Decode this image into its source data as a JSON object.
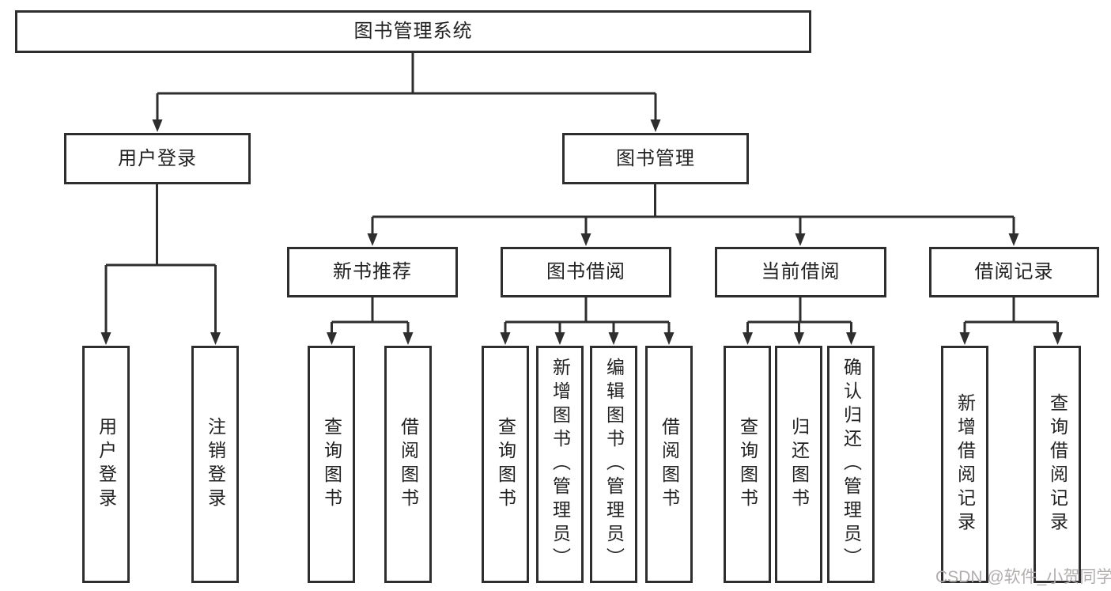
{
  "tree": {
    "root": {
      "label": "图书管理系统",
      "children": [
        {
          "label": "用户登录",
          "children": [
            {
              "label": "用户登录"
            },
            {
              "label": "注销登录"
            }
          ]
        },
        {
          "label": "图书管理",
          "children": [
            {
              "label": "新书推荐",
              "children": [
                {
                  "label": "查询图书"
                },
                {
                  "label": "借阅图书"
                }
              ]
            },
            {
              "label": "图书借阅",
              "children": [
                {
                  "label": "查询图书"
                },
                {
                  "label": "新增图书（管理员）"
                },
                {
                  "label": "编辑图书（管理员）"
                },
                {
                  "label": "借阅图书"
                }
              ]
            },
            {
              "label": "当前借阅",
              "children": [
                {
                  "label": "查询图书"
                },
                {
                  "label": "归还图书"
                },
                {
                  "label": "确认归还（管理员）"
                }
              ]
            },
            {
              "label": "借阅记录",
              "children": [
                {
                  "label": "新增借阅记录"
                },
                {
                  "label": "查询借阅记录"
                }
              ]
            }
          ]
        }
      ]
    }
  },
  "watermark": {
    "text": "CSDN @软件_小贺同学"
  },
  "colors": {
    "line": "#2e2e2e",
    "box_border": "#2e2e2e",
    "text": "#222222",
    "watermark": "#b3aeae",
    "background": "#ffffff"
  }
}
